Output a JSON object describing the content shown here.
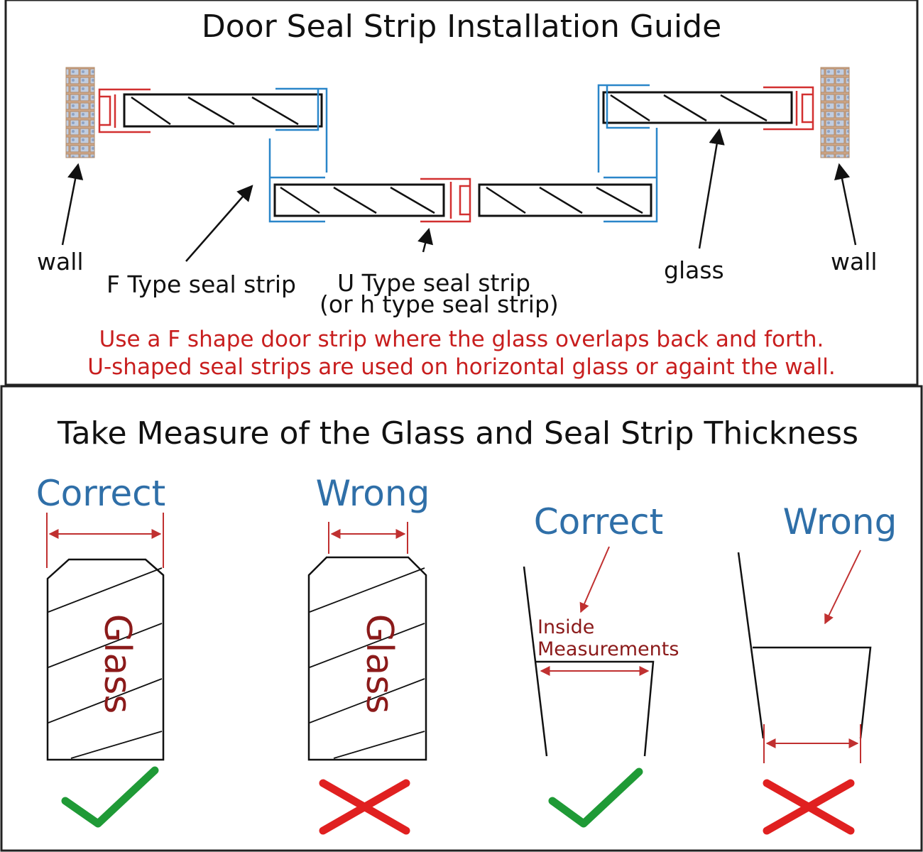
{
  "top_panel": {
    "title": "Door Seal Strip Installation Guide",
    "labels": {
      "wall_left": "wall",
      "f_type": "F Type seal strip",
      "u_type_line1": "U Type seal strip",
      "u_type_line2": "(or h type seal strip)",
      "glass": "glass",
      "wall_right": "wall"
    },
    "notes": [
      "Use a F shape door strip where the glass overlaps back and forth.",
      "U-shaped seal strips are used on horizontal glass or againt the wall."
    ]
  },
  "bottom_panel": {
    "title": "Take Measure of the Glass and Seal Strip Thickness",
    "items": [
      {
        "label": "Correct",
        "glass_text": "Glass",
        "verdict": "check"
      },
      {
        "label": "Wrong",
        "glass_text": "Glass",
        "verdict": "cross"
      },
      {
        "label": "Correct",
        "inside_line1": "Inside",
        "inside_line2": "Measurements",
        "verdict": "check"
      },
      {
        "label": "Wrong",
        "verdict": "cross"
      }
    ]
  },
  "colors": {
    "frame": "#222222",
    "red_seal": "#d23030",
    "blue_seal": "#2a86c9",
    "note_red": "#c81e1e",
    "label_blue": "#2f6fa8",
    "glass_text": "#8b1a1a",
    "dim_red": "#c03030",
    "check_green": "#1f9a36",
    "cross_red": "#e02020",
    "wall_fill": "#cfa98b"
  }
}
